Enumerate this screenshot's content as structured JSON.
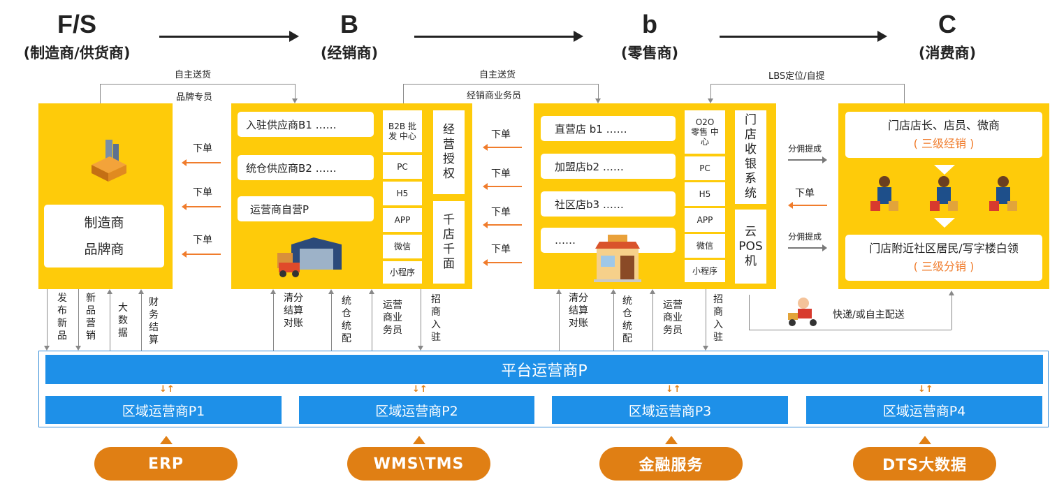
{
  "stages": [
    {
      "letter": "F/S",
      "sub": "(制造商/供货商)"
    },
    {
      "letter": "B",
      "sub": "(经销商)"
    },
    {
      "letter": "b",
      "sub": "(零售商)"
    },
    {
      "letter": "C",
      "sub": "(消费商)"
    }
  ],
  "top_links": {
    "fs_b_1": "自主送货",
    "fs_b_2": "品牌专员",
    "b_b_1": "自主送货",
    "b_b_2": "经销商业务员",
    "c_b": "LBS定位/自提"
  },
  "manufacturer": {
    "line1": "制造商",
    "line2": "品牌商"
  },
  "dealer": {
    "rows": [
      "入驻供应商B1 ……",
      "统仓供应商B2 ……",
      "运营商自营P"
    ],
    "channels": [
      "B2B 批发 中心",
      "PC",
      "H5",
      "APP",
      "微信",
      "小程序"
    ],
    "auth1": "经营授权",
    "auth2": "千店千面"
  },
  "retailer": {
    "rows": [
      "直营店 b1 ……",
      "加盟店b2 ……",
      "社区店b3 ……",
      "……"
    ],
    "channels": [
      "O2O 零售 中心",
      "PC",
      "H5",
      "APP",
      "微信",
      "小程序"
    ],
    "sys1": "门店收银系统",
    "sys2": "云POS机"
  },
  "consumer": {
    "top": "门店店长、店员、微商",
    "top_sub": "( 三级经销 )",
    "bottom": "门店附近社区居民/写字楼白领",
    "bottom_sub": "( 三级分销 )"
  },
  "order_label": "下单",
  "commission": "分佣提成",
  "delivery": "快递/或自主配送",
  "fs_down": [
    "发布新品",
    "新品营销",
    "大数据",
    "财务结算"
  ],
  "b_down": [
    "清分结算对账",
    "统仓统配",
    "运营商业务员",
    "招商入驻"
  ],
  "r_down": [
    "清分结算对账",
    "统仓统配",
    "运营商业务员",
    "招商入驻"
  ],
  "platform": "平台运营商P",
  "regions": [
    "区域运营商P1",
    "区域运营商P2",
    "区域运营商P3",
    "区域运营商P4"
  ],
  "updown": "↓↑",
  "services": [
    "ERP",
    "WMS\\TMS",
    "金融服务",
    "DTS大数据"
  ],
  "colors": {
    "yellow": "#fecb0a",
    "blue": "#1e90e8",
    "orange": "#e07f14",
    "order": "#f07c2c"
  }
}
